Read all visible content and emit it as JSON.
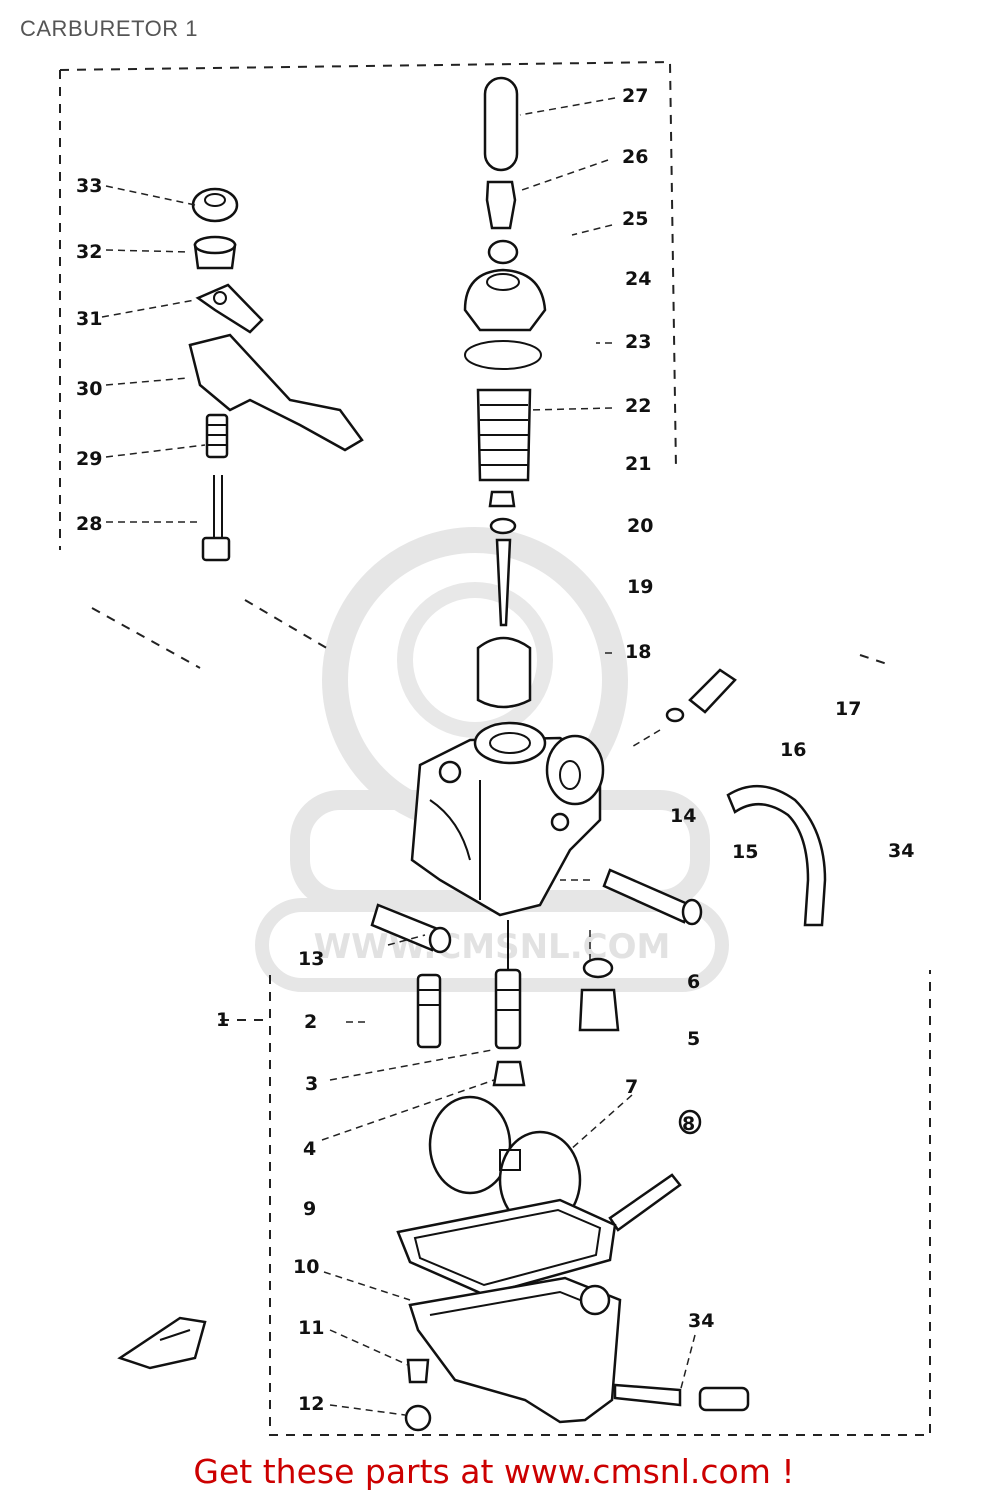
{
  "page": {
    "title": "CARBURETOR 1",
    "cta_text": "Get these parts at www.cmsnl.com !",
    "cta_color": "#cc0000"
  },
  "watermark": {
    "text": "WWW.CMSNL.COM",
    "color": "#e2e2e2"
  },
  "callouts": [
    "1",
    "2",
    "3",
    "4",
    "5",
    "6",
    "7",
    "8",
    "9",
    "10",
    "11",
    "12",
    "13",
    "14",
    "15",
    "16",
    "17",
    "18",
    "19",
    "20",
    "21",
    "22",
    "23",
    "24",
    "25",
    "26",
    "27",
    "28",
    "29",
    "30",
    "31",
    "32",
    "33",
    "34",
    "34"
  ]
}
